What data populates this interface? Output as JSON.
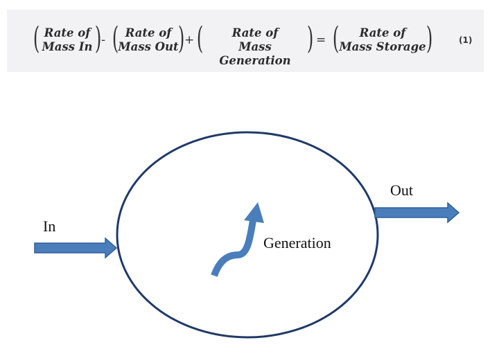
{
  "equation": {
    "terms": [
      {
        "line1": "Rate of",
        "line2": "Mass In"
      },
      {
        "line1": "Rate of",
        "line2": "Mass Out"
      },
      {
        "line1": "Rate of",
        "line2": "Mass Generation"
      },
      {
        "line1": "Rate of",
        "line2": "Mass Storage"
      }
    ],
    "operators": [
      "-",
      "+",
      "="
    ],
    "number": "(1)"
  },
  "diagram": {
    "in_label": "In",
    "out_label": "Out",
    "generation_label": "Generation",
    "arrow_color": "#4a7ebb",
    "arrow_outline": "#2f5f9a",
    "ellipse_stroke": "#1f3a68"
  }
}
